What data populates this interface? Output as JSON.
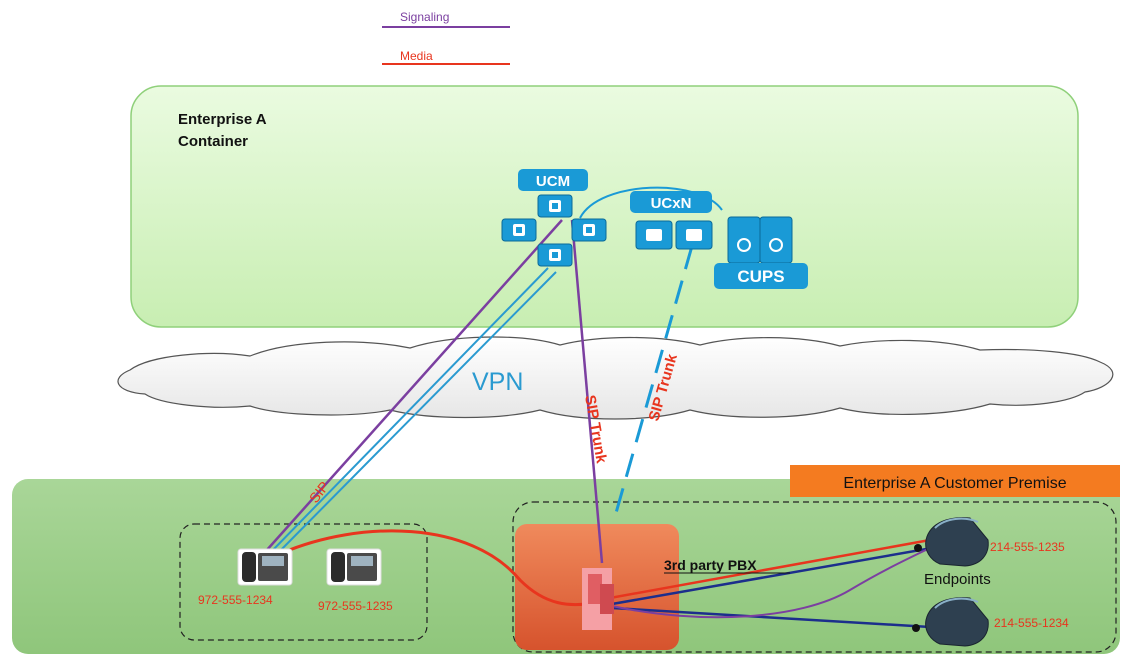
{
  "legend": {
    "signaling_label": "Signaling",
    "media_label": "Media",
    "signaling_color": "#7b3fa0",
    "media_color": "#e8351e"
  },
  "container": {
    "title_line1": "Enterprise A",
    "title_line2": "Container"
  },
  "servers": {
    "ucm_label": "UCM",
    "ucxn_label": "UCxN",
    "cups_label": "CUPS"
  },
  "cloud": {
    "vpn_label": "VPN"
  },
  "links": {
    "sip_label": "SIP",
    "sip_trunk_1": "SIP Trunk",
    "sip_trunk_2": "SIP Trunk"
  },
  "premise": {
    "title": "Enterprise A Customer Premise",
    "pbx_label": "3rd party PBX",
    "endpoints_label": "Endpoints"
  },
  "phones": {
    "phone1_number": "972-555-1234",
    "phone2_number": "972-555-1235",
    "endpoint_top_number": "214-555-1235",
    "endpoint_bottom_number": "214-555-1234"
  },
  "colors": {
    "container_fill": "#d9f5c8",
    "premise_fill": "#a8d595",
    "premise_banner": "#f47b20",
    "cisco_blue": "#1a9ad6",
    "vpn_blue": "#2a9ad0",
    "pbx_box": "#e8704a",
    "endpoint_line": "#1c2e8c"
  }
}
